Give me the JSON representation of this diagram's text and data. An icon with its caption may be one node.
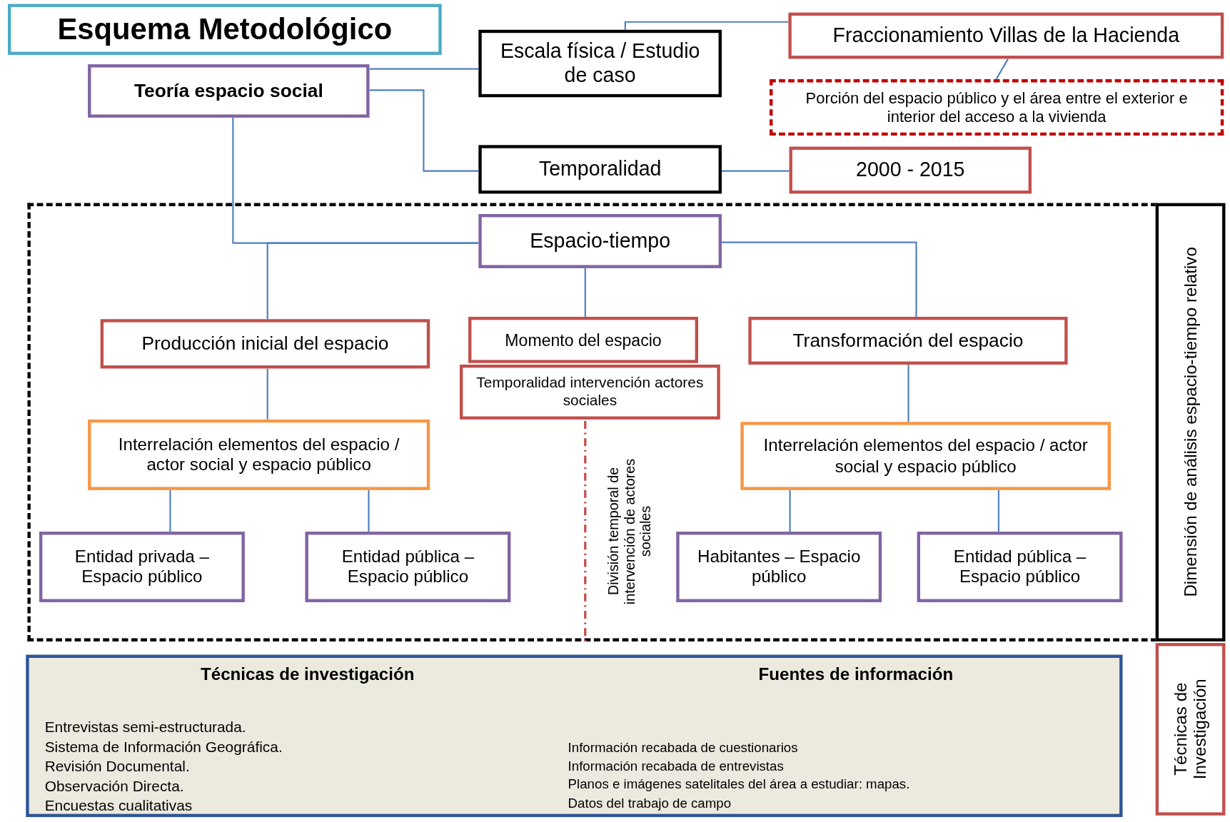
{
  "diagram": {
    "title": "Esquema Metodológico",
    "nodes": [
      {
        "text": [
          "Teoría espacio social"
        ]
      },
      {
        "text": [
          "Escala física / Estudio de caso"
        ]
      },
      {
        "text": [
          "Fraccionamiento Villas de la Hacienda"
        ]
      },
      {
        "text": [
          "Porción del espacio público y el área entre el exterior e interior del acceso a la vivienda"
        ]
      },
      {
        "text": [
          "Temporalidad"
        ]
      },
      {
        "text": [
          "2000 - 2015"
        ]
      },
      {
        "text": [
          "Espacio-tiempo"
        ]
      },
      {
        "text": [
          "Producción inicial del espacio"
        ]
      },
      {
        "text": [
          "Momento del espacio"
        ]
      },
      {
        "text": [
          "Temporalidad intervención actores sociales"
        ]
      },
      {
        "text": [
          "Transformación del espacio"
        ]
      },
      {
        "text": [
          "Interrelación elementos del espacio / actor social y espacio público"
        ]
      },
      {
        "text": [
          "Interrelación elementos del espacio / actor social y espacio público"
        ]
      },
      {
        "text": [
          "Entidad privada – Espacio público"
        ]
      },
      {
        "text": [
          "Entidad pública – Espacio público"
        ]
      },
      {
        "text": [
          "Habitantes – Espacio público"
        ]
      },
      {
        "text": [
          "Entidad pública – Espacio público"
        ]
      },
      {
        "text": [
          "Dimensión de análisis espacio-tiempo relativo"
        ]
      },
      {
        "text": [
          "Técnicas de investigación",
          "Entrevistas semi-estructurada.",
          "Sistema de Información Geográfica.",
          "Revisión Documental.",
          "Observación Directa.",
          "Encuestas cualitativas",
          "Fuentes de información",
          "Información recabada de cuestionarios",
          "Información recabada de entrevistas",
          "Planos e imágenes satelitales del área a estudiar: mapas.",
          "Datos del trabajo de campo"
        ]
      },
      {
        "text": [
          "Técnicas de Investigación"
        ]
      }
    ],
    "edges": [
      {
        "from": 0,
        "to": 1,
        "arrow": "none"
      },
      {
        "from": 0,
        "to": 4,
        "arrow": "none"
      },
      {
        "from": 0,
        "to": 6,
        "arrow": "none"
      },
      {
        "from": 6,
        "to": 7,
        "arrow": "none"
      },
      {
        "from": 6,
        "to": 8,
        "arrow": "none"
      },
      {
        "from": 6,
        "to": 10,
        "arrow": "none"
      },
      {
        "from": 1,
        "to": 2,
        "arrow": "none"
      },
      {
        "from": 2,
        "to": 3,
        "arrow": "none"
      },
      {
        "from": 4,
        "to": 5,
        "arrow": "none"
      },
      {
        "from": 7,
        "to": 11,
        "arrow": "none"
      },
      {
        "from": 10,
        "to": 12,
        "arrow": "none"
      },
      {
        "from": 11,
        "to": 13,
        "arrow": "none"
      },
      {
        "from": 11,
        "to": 14,
        "arrow": "none"
      },
      {
        "from": 12,
        "to": 15,
        "arrow": "none"
      },
      {
        "from": 12,
        "to": 16,
        "arrow": "none"
      }
    ],
    "labels": [
      "División temporal de intervención de actores sociales"
    ]
  }
}
